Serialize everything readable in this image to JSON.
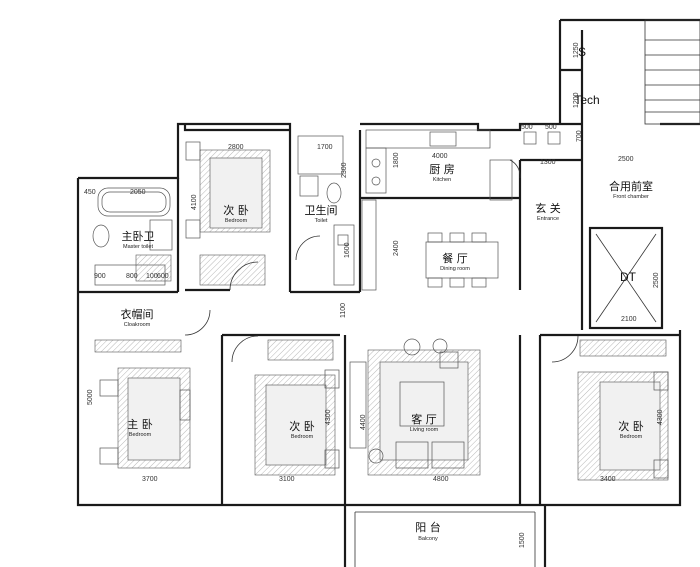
{
  "rooms": {
    "bedroom_top": {
      "cn": "次 卧",
      "en": "Bedroom"
    },
    "master_toilet": {
      "cn": "主卧卫",
      "en": "Master toilet"
    },
    "toilet": {
      "cn": "卫生间",
      "en": "Toilet"
    },
    "kitchen": {
      "cn": "厨 房",
      "en": "Kitchen"
    },
    "entrance": {
      "cn": "玄 关",
      "en": "Entrance"
    },
    "front_chamber": {
      "cn": "合用前室",
      "en": "Front chamber"
    },
    "dining": {
      "cn": "餐 厅",
      "en": "Dining room"
    },
    "cloakroom": {
      "cn": "衣帽间",
      "en": "Cloakroom"
    },
    "master_bed": {
      "cn": "主 卧",
      "en": "Bedroom"
    },
    "bedroom_mid": {
      "cn": "次 卧",
      "en": "Bedroom"
    },
    "living": {
      "cn": "客 厅",
      "en": "Living room"
    },
    "bedroom_right": {
      "cn": "次 卧",
      "en": "Bedroom"
    },
    "balcony": {
      "cn": "阳 台",
      "en": "Balcony"
    }
  },
  "labels": {
    "shaft_s": "S",
    "shaft_tech": "Tech",
    "elevator": "DT"
  },
  "dimensions": {
    "d2800": "2800",
    "d1700": "1700",
    "d4000": "4000",
    "d500a": "500",
    "d500b": "500",
    "d700": "700",
    "d1300": "1300",
    "d2500h": "2500",
    "d2050": "2050",
    "d450": "450",
    "d4100": "4100",
    "d2300": "2300",
    "d1800": "1800",
    "d2400": "2400",
    "d1100": "1100",
    "d900": "900",
    "d800": "800",
    "d100": "100",
    "d600": "600",
    "d2500v": "2500",
    "d2100": "2100",
    "d5000": "5000",
    "d4300a": "4300",
    "d4400": "4400",
    "d4300b": "4300",
    "d3700": "3700",
    "d3100": "3100",
    "d4800": "4800",
    "d3400": "3400",
    "d1500": "1500",
    "d1600": "1600",
    "d1250": "1250",
    "d1200": "1200"
  }
}
